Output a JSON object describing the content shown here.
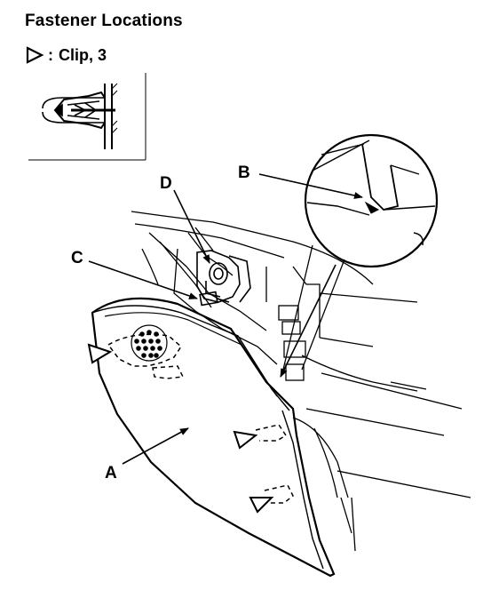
{
  "title": "Fastener Locations",
  "legend": {
    "symbol": "clip-triangle-icon",
    "separator": ":",
    "text": "Clip, 3"
  },
  "callouts": {
    "a": "A",
    "b": "B",
    "c": "C",
    "d": "D"
  }
}
